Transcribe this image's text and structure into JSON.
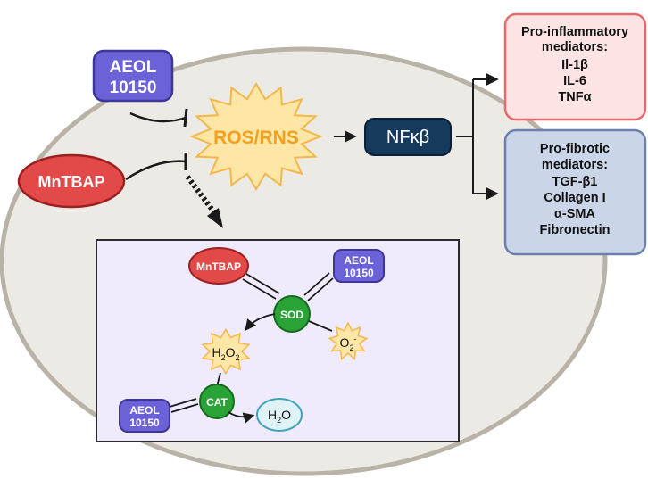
{
  "colors": {
    "cell_fill": "#eceae4",
    "cell_stroke": "#b9b3a7",
    "aeol_fill": "#6a62d6",
    "mntbap_fill": "#e24a4a",
    "ros_fill": "#fde6a6",
    "ros_text": "#f2a01e",
    "nfkb_fill": "#153a5b",
    "inflam_fill": "#fde4e4",
    "inflam_stroke": "#e66a6a",
    "fibro_fill": "#cbd5e8",
    "fibro_stroke": "#6c7fae",
    "inset_fill": "#efeafc",
    "sod_fill": "#29a336",
    "water_fill": "#dff3f7",
    "water_stroke": "#3ea3b8"
  },
  "aeol_top": {
    "line1": "AEOL",
    "line2": "10150"
  },
  "mntbap_left": {
    "label": "MnTBAP"
  },
  "ros": {
    "label": "ROS/RNS"
  },
  "nfkb": {
    "label": "NFκβ"
  },
  "inflammatory": {
    "title1": "Pro-inflammatory",
    "title2": "mediators:",
    "items": [
      "Il-1β",
      "IL-6",
      "TNFα"
    ]
  },
  "fibrotic": {
    "title1": "Pro-fibrotic",
    "title2": "mediators:",
    "items": [
      "TGF-β1",
      "Collagen I",
      "α-SMA",
      "Fibronectin"
    ]
  },
  "inset": {
    "mntbap": "MnTBAP",
    "aeol_top": {
      "line1": "AEOL",
      "line2": "10150"
    },
    "sod": "SOD",
    "superoxide": {
      "base": "O",
      "sub": "2",
      "sup": "-"
    },
    "h2o2": {
      "a": "H",
      "b": "2",
      "c": "O",
      "d": "2"
    },
    "cat": "CAT",
    "aeol_bottom": {
      "line1": "AEOL",
      "line2": "10150"
    },
    "water": {
      "a": "H",
      "b": "2",
      "c": "O"
    }
  }
}
